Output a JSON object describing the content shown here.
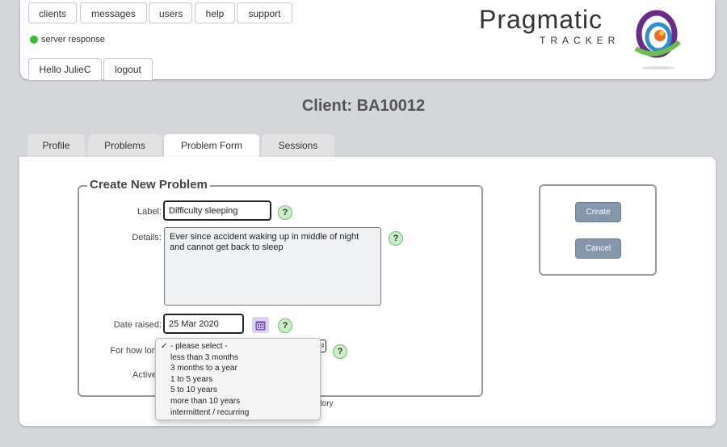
{
  "nav": {
    "items": [
      {
        "id": "clients",
        "label": "clients"
      },
      {
        "id": "messages",
        "label": "messages"
      },
      {
        "id": "users",
        "label": "users"
      },
      {
        "id": "help",
        "label": "help"
      },
      {
        "id": "support",
        "label": "support"
      }
    ]
  },
  "status": {
    "label": "server response",
    "color": "#2fc12c"
  },
  "account": {
    "greeting": "Hello JulieC",
    "logout_label": "logout"
  },
  "logo": {
    "line1": "Pragmatic",
    "line2": "TRACKER"
  },
  "page": {
    "title": "Client: BA10012"
  },
  "tabs": [
    {
      "label": "Profile"
    },
    {
      "label": "Problems"
    },
    {
      "label": "Problem Form",
      "active": true
    },
    {
      "label": "Sessions"
    }
  ],
  "form": {
    "legend": "Create New Problem",
    "label_label": "Label:",
    "label_value": "Difficulty sleeping",
    "details_label": "Details:",
    "details_value": "Ever since accident waking up in middle of night and cannot get back to sleep",
    "date_label": "Date raised:",
    "date_value": "25 Mar 2020",
    "duration_label": "For how long",
    "active_label": "Active",
    "history_peek": "tory",
    "help_glyph": "?"
  },
  "duration_options": [
    {
      "label": "- please select -",
      "selected": true
    },
    {
      "label": "less than 3 months"
    },
    {
      "label": "3 months to a year"
    },
    {
      "label": "1 to 5 years"
    },
    {
      "label": "5 to 10 years"
    },
    {
      "label": "more than 10 years"
    },
    {
      "label": "intermittent / recurring"
    }
  ],
  "actions": {
    "create_label": "Create",
    "cancel_label": "Cancel"
  },
  "colors": {
    "accent": "#8497ac",
    "status": "#2fc12c",
    "help": "#c9f0c4",
    "calendar": "#7a4fd1"
  }
}
